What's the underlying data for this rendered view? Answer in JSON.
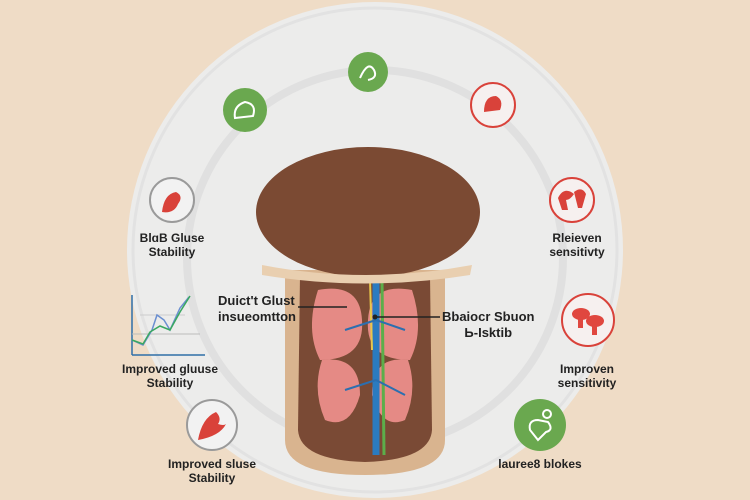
{
  "labels": {
    "top_left": [
      "BlɑB Gluse",
      "Stability"
    ],
    "top_right": [
      "Rleieven",
      "sensitivty"
    ],
    "chart_caption": [
      "Improved gluuse",
      "Stability"
    ],
    "mid_right": [
      "Improven",
      "sensitivity"
    ],
    "bottom_left": [
      "Improved sluse",
      "Stability"
    ],
    "bottom_right": [
      "lauree8 blokes"
    ]
  },
  "annotations": {
    "left": [
      "Duict't Glust",
      "insueomtton"
    ],
    "right": [
      "Bbaiocr Sbuon",
      "Ь-Ɩsktib"
    ]
  },
  "colors": {
    "green": "#6aa84f",
    "red": "#d9423a",
    "cap": "#7b4a33",
    "background": "#efdcc6"
  }
}
